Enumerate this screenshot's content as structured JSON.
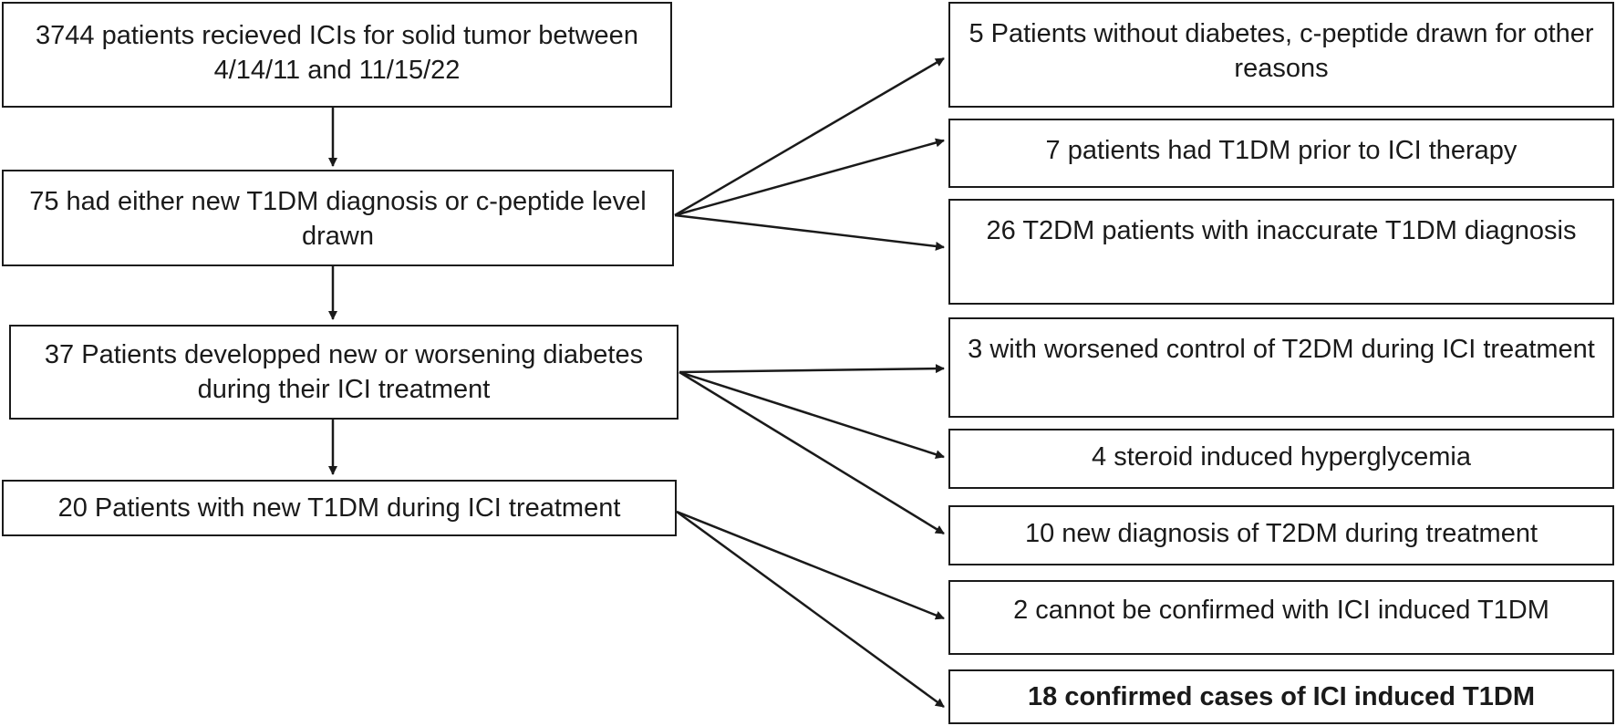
{
  "main_steps": [
    {
      "id": "step-1",
      "text": "3744 patients recieved ICIs for solid tumor between 4/14/11 and 11/15/22"
    },
    {
      "id": "step-2",
      "text": "75 had either new T1DM diagnosis or c-peptide level drawn"
    },
    {
      "id": "step-3",
      "text": "37 Patients developped new or worsening diabetes during their ICI treatment"
    },
    {
      "id": "step-4",
      "text": "20 Patients with new T1DM during ICI treatment"
    }
  ],
  "side_outcomes": [
    {
      "id": "outcome-1",
      "text": "5 Patients without diabetes, c-peptide drawn for other reasons"
    },
    {
      "id": "outcome-2",
      "text": "7 patients had T1DM prior to ICI therapy"
    },
    {
      "id": "outcome-3",
      "text": "26 T2DM patients with inaccurate T1DM diagnosis"
    },
    {
      "id": "outcome-4",
      "text": "3 with worsened control of T2DM during ICI treatment"
    },
    {
      "id": "outcome-5",
      "text": "4 steroid induced hyperglycemia"
    },
    {
      "id": "outcome-6",
      "text": "10 new diagnosis of T2DM during treatment"
    },
    {
      "id": "outcome-7",
      "text": "2 cannot be confirmed with ICI induced T1DM"
    },
    {
      "id": "outcome-8",
      "text": "18 confirmed cases of ICI induced T1DM"
    }
  ],
  "colors": {
    "stroke": "#1a1a1a",
    "background": "#ffffff"
  }
}
